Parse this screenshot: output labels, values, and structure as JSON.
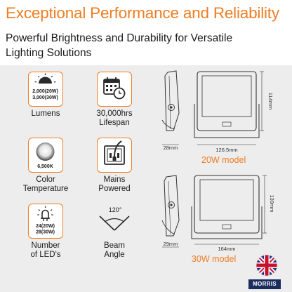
{
  "title": "Exceptional Performance and Reliability",
  "subtitle": "Powerful Brightness and Durability for Versatile Lighting Solutions",
  "features": {
    "lumens": {
      "line1": "2,000(20W)",
      "line2": "3,000(30W)",
      "label": "Lumens",
      "icon": "lamp-icon"
    },
    "lifespan": {
      "label1": "30,000hrs",
      "label2": "Lifespan",
      "icon": "calendar-clock-icon"
    },
    "color_temp": {
      "value": "6,500K",
      "label1": "Color",
      "label2": "Temperature",
      "icon": "light-orb-icon"
    },
    "power": {
      "label1": "Mains",
      "label2": "Powered",
      "icon": "power-socket-icon"
    },
    "leds": {
      "line1": "24(20W)",
      "line2": "28(30W)",
      "label1": "Number",
      "label2": "of LED's",
      "icon": "led-icon"
    },
    "beam": {
      "angle": "120°",
      "label1": "Beam",
      "label2": "Angle",
      "icon": "beam-angle-icon"
    }
  },
  "models": {
    "m20": {
      "label": "20W model",
      "width": "126.5mm",
      "height": "114mm",
      "depth": "28mm"
    },
    "m30": {
      "label": "30W model",
      "width": "164mm",
      "height": "139mm",
      "depth": "29mm"
    }
  },
  "brand": {
    "name": "MORRIS",
    "flag": "uk-flag-icon"
  },
  "colors": {
    "accent": "#ef7d22",
    "panel": "#ededed",
    "brand_navy": "#1b2d5c"
  }
}
